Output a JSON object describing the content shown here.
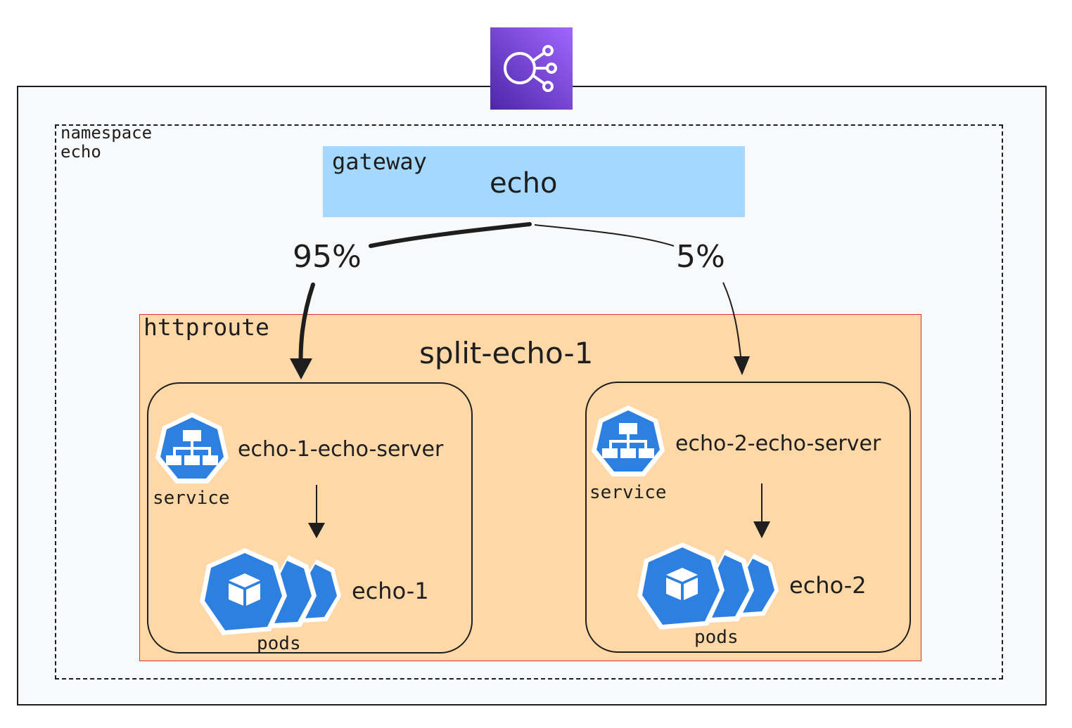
{
  "namespace": {
    "type_label": "namespace",
    "name": "echo"
  },
  "gateway": {
    "type_label": "gateway",
    "name": "echo",
    "icon": "aws-gateway-icon",
    "color": "#a5d8ff"
  },
  "routes": {
    "weight_1": "95%",
    "weight_2": "5%"
  },
  "httproute": {
    "type_label": "httproute",
    "name": "split-echo-1",
    "color": "#ffd8a8"
  },
  "service_1": {
    "name": "echo-1-echo-server",
    "type_label": "service",
    "pods_name": "echo-1",
    "pods_label": "pods"
  },
  "service_2": {
    "name": "echo-2-echo-server",
    "type_label": "service",
    "pods_name": "echo-2",
    "pods_label": "pods"
  },
  "colors": {
    "k8s_blue": "#2d80e0",
    "icon_purple_dark": "#4d27a8",
    "icon_purple_light": "#a166ff"
  }
}
